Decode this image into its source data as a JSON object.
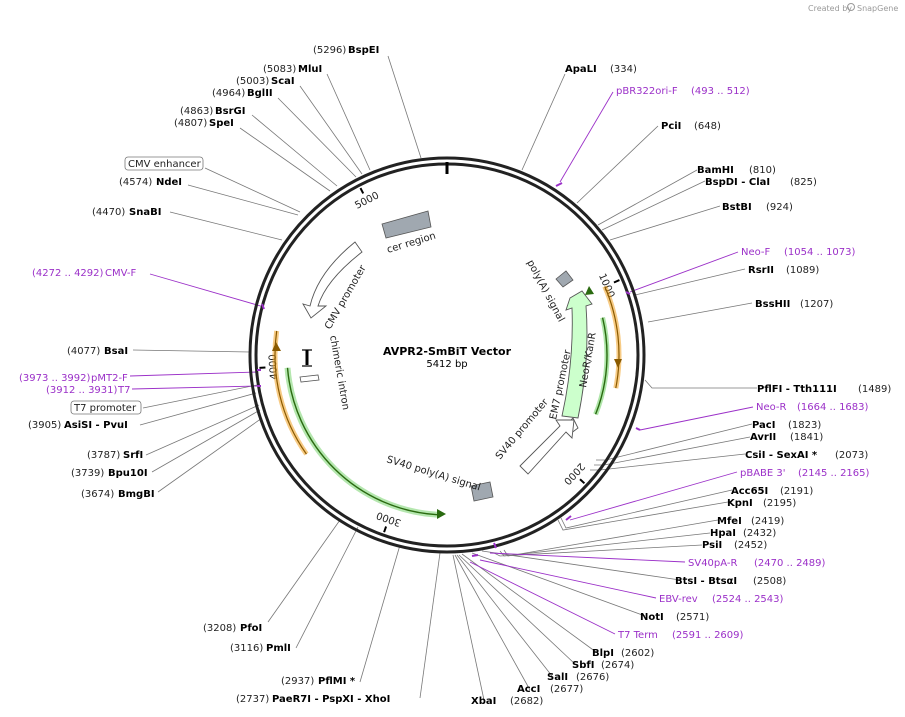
{
  "header": {
    "credit": "Created by",
    "brand": "SnapGene"
  },
  "map": {
    "title": "AVPR2-SmBiT Vector",
    "size": "5412 bp",
    "total_bp": 5412,
    "ticks": [
      "1000",
      "2000",
      "3000",
      "4000",
      "5000"
    ]
  },
  "colors": {
    "primer": "#9b30c8",
    "neo_fill": "#ccffcc",
    "neo_stroke": "#2a7a2a",
    "orf_orange": "#f0a020",
    "gray_feature": "#a0a8b0"
  },
  "features": [
    {
      "label": "cer region"
    },
    {
      "label": "poly(A) signal"
    },
    {
      "label": "NeoR/KanR"
    },
    {
      "label": "EM7 promoter"
    },
    {
      "label": "SV40 promoter"
    },
    {
      "label": "SV40 poly(A) signal"
    },
    {
      "label": "chimeric intron"
    },
    {
      "label": "CMV promoter"
    }
  ],
  "boxed_labels": [
    {
      "label": "CMV enhancer"
    },
    {
      "label": "T7 promoter"
    }
  ],
  "sites": [
    {
      "name": "BspEI",
      "pos": "(5296)",
      "side": "left"
    },
    {
      "name": "MluI",
      "pos": "(5083)",
      "side": "left"
    },
    {
      "name": "ScaI",
      "pos": "(5003)",
      "side": "left"
    },
    {
      "name": "BglII",
      "pos": "(4964)",
      "side": "left"
    },
    {
      "name": "BsrGI",
      "pos": "(4863)",
      "side": "left"
    },
    {
      "name": "SpeI",
      "pos": "(4807)",
      "side": "left"
    },
    {
      "name": "NdeI",
      "pos": "(4574)",
      "side": "left"
    },
    {
      "name": "SnaBI",
      "pos": "(4470)",
      "side": "left"
    },
    {
      "name": "BsaI",
      "pos": "(4077)",
      "side": "left"
    },
    {
      "name": "AsiSI - PvuI",
      "pos": "(3905)",
      "side": "left"
    },
    {
      "name": "SrfI",
      "pos": "(3787)",
      "side": "left"
    },
    {
      "name": "Bpu10I",
      "pos": "(3739)",
      "side": "left"
    },
    {
      "name": "BmgBI",
      "pos": "(3674)",
      "side": "left"
    },
    {
      "name": "PfoI",
      "pos": "(3208)",
      "side": "left"
    },
    {
      "name": "PmlI",
      "pos": "(3116)",
      "side": "left"
    },
    {
      "name": "PflMI *",
      "pos": "(2937)",
      "side": "left"
    },
    {
      "name": "PaeR7I - PspXI - XhoI",
      "pos": "(2737)",
      "side": "left"
    },
    {
      "name": "XbaI",
      "pos": "(2682)",
      "side": "right"
    },
    {
      "name": "AccI",
      "pos": "(2677)",
      "side": "right"
    },
    {
      "name": "SalI",
      "pos": "(2676)",
      "side": "right"
    },
    {
      "name": "SbfI",
      "pos": "(2674)",
      "side": "right"
    },
    {
      "name": "BlpI",
      "pos": "(2602)",
      "side": "right"
    },
    {
      "name": "NotI",
      "pos": "(2571)",
      "side": "right"
    },
    {
      "name": "BtsI - BtsαI",
      "pos": "(2508)",
      "side": "right"
    },
    {
      "name": "PsiI",
      "pos": "(2452)",
      "side": "right"
    },
    {
      "name": "HpaI",
      "pos": "(2432)",
      "side": "right"
    },
    {
      "name": "MfeI",
      "pos": "(2419)",
      "side": "right"
    },
    {
      "name": "KpnI",
      "pos": "(2195)",
      "side": "right"
    },
    {
      "name": "Acc65I",
      "pos": "(2191)",
      "side": "right"
    },
    {
      "name": "CsiI - SexAI *",
      "pos": "(2073)",
      "side": "right"
    },
    {
      "name": "AvrII",
      "pos": "(1841)",
      "side": "right"
    },
    {
      "name": "PacI",
      "pos": "(1823)",
      "side": "right"
    },
    {
      "name": "PflFI - Tth111I",
      "pos": "(1489)",
      "side": "right"
    },
    {
      "name": "BssHII",
      "pos": "(1207)",
      "side": "right"
    },
    {
      "name": "RsrII",
      "pos": "(1089)",
      "side": "right"
    },
    {
      "name": "BstBI",
      "pos": "(924)",
      "side": "right"
    },
    {
      "name": "BspDI - ClaI",
      "pos": "(825)",
      "side": "right"
    },
    {
      "name": "BamHI",
      "pos": "(810)",
      "side": "right"
    },
    {
      "name": "PciI",
      "pos": "(648)",
      "side": "right"
    },
    {
      "name": "ApaLI",
      "pos": "(334)",
      "side": "right"
    }
  ],
  "primers": [
    {
      "name": "pBR322ori-F",
      "range": "(493 .. 512)",
      "side": "right"
    },
    {
      "name": "Neo-F",
      "range": "(1054 .. 1073)",
      "side": "right"
    },
    {
      "name": "Neo-R",
      "range": "(1664 .. 1683)",
      "side": "right"
    },
    {
      "name": "pBABE 3'",
      "range": "(2145 .. 2165)",
      "side": "right"
    },
    {
      "name": "SV40pA-R",
      "range": "(2470 .. 2489)",
      "side": "right"
    },
    {
      "name": "EBV-rev",
      "range": "(2524 .. 2543)",
      "side": "right"
    },
    {
      "name": "T7 Term",
      "range": "(2591 .. 2609)",
      "side": "right"
    },
    {
      "name": "CMV-F",
      "range": "(4272 .. 4292)",
      "side": "left"
    },
    {
      "name": "pMT2-F",
      "range": "(3973 .. 3992)",
      "side": "left"
    },
    {
      "name": "T7",
      "range": "(3912 .. 3931)",
      "side": "left"
    }
  ]
}
